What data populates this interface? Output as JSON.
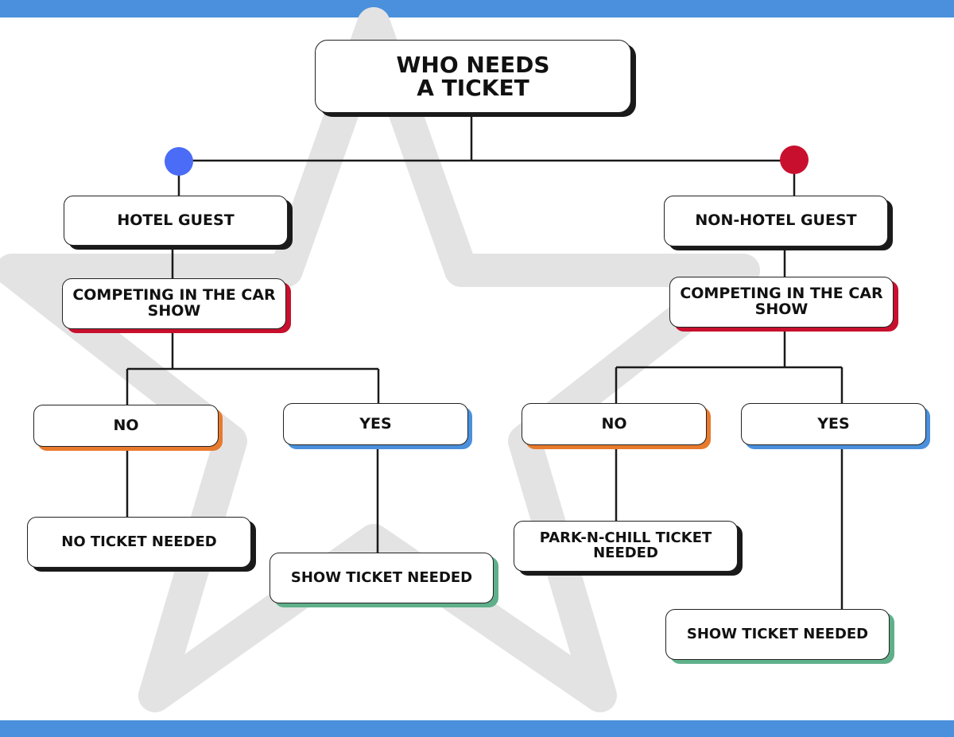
{
  "colors": {
    "band": "#4a90dc",
    "left_dot": "#4a6cf7",
    "right_dot": "#c8102e",
    "star": "#e3e3e3",
    "line": "#1a1a1a",
    "shadow_red": "#c8102e",
    "shadow_orange": "#e87a2d",
    "shadow_blue": "#4a90dc",
    "shadow_green": "#5fb08a"
  },
  "decoration": {
    "background_shape": "star-outline",
    "left_marker": "circle",
    "right_marker": "circle"
  },
  "root": {
    "label": "WHO NEEDS\nA TICKET"
  },
  "left": {
    "category": "HOTEL GUEST",
    "question": "COMPETING IN THE CAR SHOW",
    "no": "NO",
    "yes": "YES",
    "no_result": "NO TICKET NEEDED",
    "yes_result": "SHOW TICKET NEEDED"
  },
  "right": {
    "category": "NON-HOTEL GUEST",
    "question": "COMPETING IN THE CAR SHOW",
    "no": "NO",
    "yes": "YES",
    "no_result": "PARK-N-CHILL TICKET NEEDED",
    "yes_result": "SHOW TICKET NEEDED"
  }
}
